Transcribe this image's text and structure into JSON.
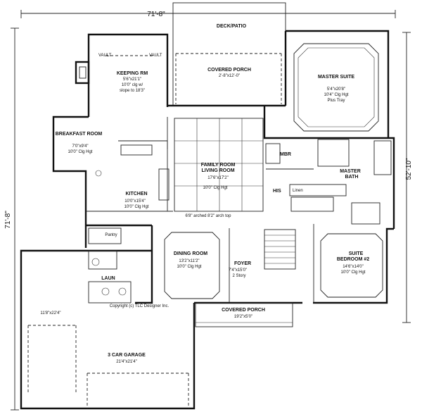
{
  "dimensions": {
    "overall_width": "71'-8\"",
    "overall_depth": "71'-8\"",
    "right_depth": "52'-10\""
  },
  "rooms": {
    "deck": {
      "name": "DECK/PATIO"
    },
    "covered_porch_rear": {
      "name": "COVERED PORCH",
      "size": "2'-8\"x12'-0\""
    },
    "keeping": {
      "name": "KEEPING RM",
      "size": "5'6\"x21'1\"",
      "note1": "10'0\" clg w/",
      "note2": "slope to 18'3\"",
      "vault_left": "VAULT",
      "vault_right": "VAULT"
    },
    "master_suite": {
      "name": "MASTER SUITE",
      "size": "5'4\"x20'8\"",
      "note1": "10'4\" Clg Hgt",
      "note2": "Plus Tray"
    },
    "breakfast": {
      "name": "BREAKFAST ROOM",
      "size": "7'0\"x9'4\"",
      "note": "10'0\" Clg Hgt"
    },
    "family": {
      "name": "FAMILY ROOM",
      "name2": "LIVING ROOM",
      "size": "17'6\"x17'2\"",
      "note": "10'0\" Clg Hgt"
    },
    "mbr_wic": {
      "name": "MBR"
    },
    "master_bath": {
      "name": "MASTER",
      "name2": "BATH"
    },
    "his": {
      "name": "HIS"
    },
    "linen": {
      "name": "Linen"
    },
    "kitchen": {
      "name": "KITCHEN",
      "size": "10'0\"x15'4\"",
      "note": "10'0\" Clg Hgt"
    },
    "arches": {
      "text": "6'8\" arched    8'2\" arch top"
    },
    "pantry": {
      "name": "Pantry"
    },
    "dining": {
      "name": "DINING ROOM",
      "size": "13'2\"x11'2\"",
      "note": "10'0\" Clg Hgt"
    },
    "foyer": {
      "name": "FOYER",
      "size": "7'4\"x15'0\"",
      "note": "2 Story"
    },
    "suite2": {
      "name": "SUITE",
      "name2": "BEDROOM #2",
      "size": "14'6\"x14'0\"",
      "note": "10'0\" Clg Hgt"
    },
    "laund": {
      "name": "LAUN"
    },
    "garage_side": {
      "size": "11'8\"x22'4\""
    },
    "copyright": {
      "text": "Copyright (c) TLC Designer Inc."
    },
    "covered_porch_front": {
      "name": "COVERED PORCH",
      "size": "19'2\"x5'0\""
    },
    "garage": {
      "name": "3 CAR GARAGE",
      "size": "21'4\"x21'4\""
    }
  }
}
